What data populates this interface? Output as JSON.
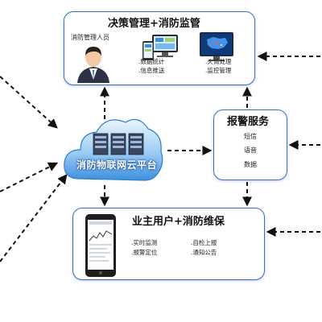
{
  "top_box": {
    "title": "决策管理+消防监管",
    "person_label": "消防管理人员",
    "left_items": [
      ".数据统计",
      ".信息推送"
    ],
    "right_items": [
      ".火情处理",
      ".监控管理"
    ]
  },
  "cloud": {
    "label": "消防物联网云平台"
  },
  "alarm_box": {
    "title": "报警服务",
    "items": [
      "短信",
      "语音",
      "数据"
    ]
  },
  "bottom_box": {
    "title": "业主用户+消防维保",
    "left_items": [
      ".实时监测",
      ".报警定位"
    ],
    "right_items": [
      ".自检上报",
      ".通知公告"
    ]
  },
  "colors": {
    "border": "#3b6fc4",
    "cloud": "#5aa8ec",
    "arrow": "#111111"
  }
}
